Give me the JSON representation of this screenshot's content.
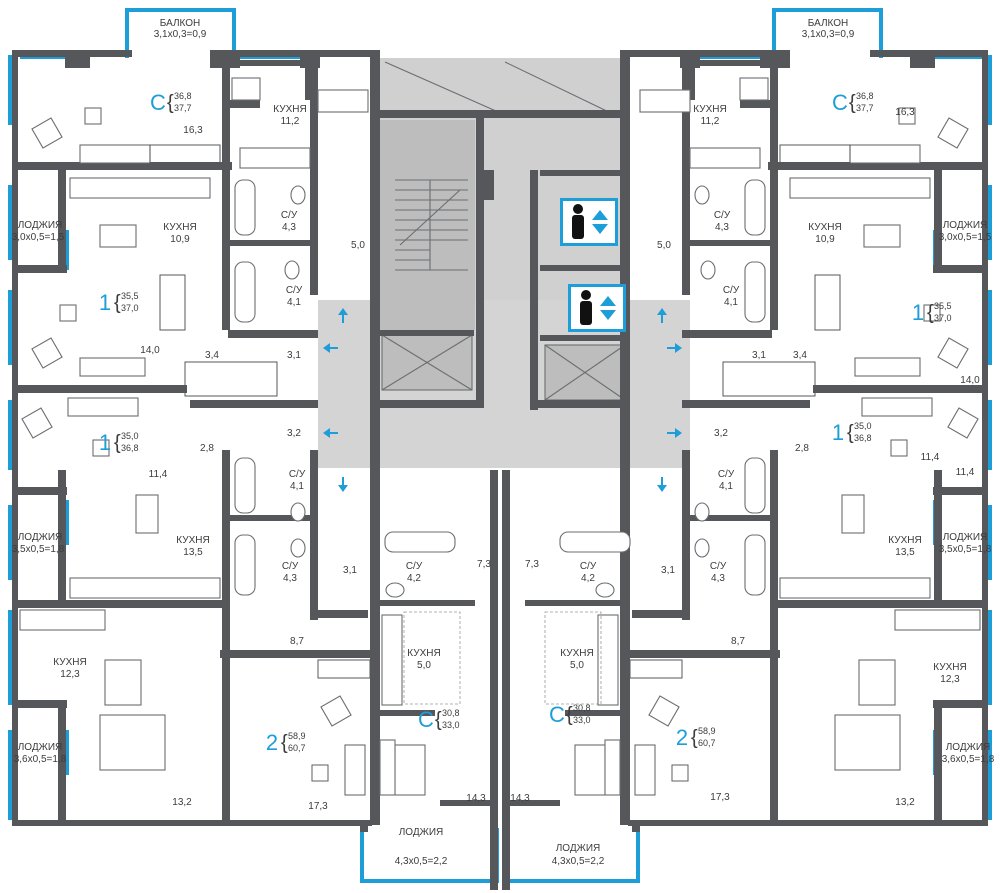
{
  "colors": {
    "wall": "#55575b",
    "window": "#1e9ed8",
    "core": "#d0d0d0",
    "stair": "#bdbdbd",
    "text": "#3c3c3c",
    "arrow": "#1e9ed8"
  },
  "icons": {
    "lift": "elevator-person-icon",
    "arrow": "direction-arrow-icon"
  },
  "labels": [
    {
      "id": "balkon-l",
      "t": "БАЛКОН"
    },
    {
      "id": "balkon-l-d",
      "t": "3,1х0,3=0,9"
    },
    {
      "id": "balkon-r",
      "t": "БАЛКОН"
    },
    {
      "id": "balkon-r-d",
      "t": "3,1х0,3=0,9"
    },
    {
      "id": "kitchen-tl",
      "t": "КУХНЯ"
    },
    {
      "id": "kitchen-tl-a",
      "t": "11,2"
    },
    {
      "id": "kitchen-tr",
      "t": "КУХНЯ"
    },
    {
      "id": "kitchen-tr-a",
      "t": "11,2"
    },
    {
      "id": "room-tl",
      "t": "16,3"
    },
    {
      "id": "room-tr",
      "t": "16,3"
    },
    {
      "id": "loggia-l1",
      "t": "ЛОДЖИЯ"
    },
    {
      "id": "loggia-l1-d",
      "t": "3,0х0,5=1,5"
    },
    {
      "id": "loggia-r1",
      "t": "ЛОДЖИЯ"
    },
    {
      "id": "loggia-r1-d",
      "t": "3,0х0,5=1,5"
    },
    {
      "id": "kitchen-l2",
      "t": "КУХНЯ"
    },
    {
      "id": "kitchen-l2-a",
      "t": "10,9"
    },
    {
      "id": "kitchen-r2",
      "t": "КУХНЯ"
    },
    {
      "id": "kitchen-r2-a",
      "t": "10,9"
    },
    {
      "id": "wc-l1",
      "t": "С/У"
    },
    {
      "id": "wc-l1-a",
      "t": "4,3"
    },
    {
      "id": "wc-r1",
      "t": "С/У"
    },
    {
      "id": "wc-r1-a",
      "t": "4,3"
    },
    {
      "id": "wc-l2",
      "t": "С/У"
    },
    {
      "id": "wc-l2-a",
      "t": "4,1"
    },
    {
      "id": "wc-r2",
      "t": "С/У"
    },
    {
      "id": "wc-r2-a",
      "t": "4,1"
    },
    {
      "id": "hall-l1",
      "t": "5,0"
    },
    {
      "id": "hall-r1",
      "t": "5,0"
    },
    {
      "id": "room-l2",
      "t": "14,0"
    },
    {
      "id": "room-r2",
      "t": "14,0"
    },
    {
      "id": "corr-l1",
      "t": "3,4"
    },
    {
      "id": "corr-l2",
      "t": "3,1"
    },
    {
      "id": "corr-r1",
      "t": "3,1"
    },
    {
      "id": "corr-r2",
      "t": "3,4"
    },
    {
      "id": "hall-l3",
      "t": "3,2"
    },
    {
      "id": "hall-r3",
      "t": "3,2"
    },
    {
      "id": "hall-l4",
      "t": "2,8"
    },
    {
      "id": "hall-r4",
      "t": "2,8"
    },
    {
      "id": "room-l3",
      "t": "11,4"
    },
    {
      "id": "room-r3",
      "t": "11,4"
    },
    {
      "id": "room-r3b",
      "t": "11,4"
    },
    {
      "id": "wc-l3",
      "t": "С/У"
    },
    {
      "id": "wc-l3-a",
      "t": "4,1"
    },
    {
      "id": "wc-r3",
      "t": "С/У"
    },
    {
      "id": "wc-r3-a",
      "t": "4,1"
    },
    {
      "id": "loggia-l2",
      "t": "ЛОДЖИЯ"
    },
    {
      "id": "loggia-l2-d",
      "t": "3,5х0,5=1,8"
    },
    {
      "id": "loggia-r2",
      "t": "ЛОДЖИЯ"
    },
    {
      "id": "loggia-r2-d",
      "t": "3,5х0,5=1,8"
    },
    {
      "id": "kitchen-l3",
      "t": "КУХНЯ"
    },
    {
      "id": "kitchen-l3-a",
      "t": "13,5"
    },
    {
      "id": "kitchen-r3",
      "t": "КУХНЯ"
    },
    {
      "id": "kitchen-r3-a",
      "t": "13,5"
    },
    {
      "id": "wc-l4",
      "t": "С/У"
    },
    {
      "id": "wc-l4-a",
      "t": "4,3"
    },
    {
      "id": "wc-r4",
      "t": "С/У"
    },
    {
      "id": "wc-r4-a",
      "t": "4,3"
    },
    {
      "id": "hall-l5",
      "t": "3,1"
    },
    {
      "id": "hall-r5",
      "t": "3,1"
    },
    {
      "id": "wc-cl",
      "t": "С/У"
    },
    {
      "id": "wc-cl-a",
      "t": "4,2"
    },
    {
      "id": "wc-cr",
      "t": "С/У"
    },
    {
      "id": "wc-cr-a",
      "t": "4,2"
    },
    {
      "id": "hall-cl",
      "t": "7,3"
    },
    {
      "id": "hall-cr",
      "t": "7,3"
    },
    {
      "id": "hall-l6",
      "t": "8,7"
    },
    {
      "id": "hall-r6",
      "t": "8,7"
    },
    {
      "id": "kitchen-l4",
      "t": "КУХНЯ"
    },
    {
      "id": "kitchen-l4-a",
      "t": "12,3"
    },
    {
      "id": "kitchen-r4",
      "t": "КУХНЯ"
    },
    {
      "id": "kitchen-r4-a",
      "t": "12,3"
    },
    {
      "id": "kitchen-cl",
      "t": "КУХНЯ"
    },
    {
      "id": "kitchen-cl-a",
      "t": "5,0"
    },
    {
      "id": "kitchen-cr",
      "t": "КУХНЯ"
    },
    {
      "id": "kitchen-cr-a",
      "t": "5,0"
    },
    {
      "id": "loggia-l3",
      "t": "ЛОДЖИЯ"
    },
    {
      "id": "loggia-l3-d",
      "t": "3,6х0,5=1,8"
    },
    {
      "id": "loggia-r3",
      "t": "ЛОДЖИЯ"
    },
    {
      "id": "loggia-r3-d",
      "t": "3,6х0,5=1,8"
    },
    {
      "id": "bed-l",
      "t": "13,2"
    },
    {
      "id": "bed-r",
      "t": "13,2"
    },
    {
      "id": "room-l5",
      "t": "17,3"
    },
    {
      "id": "room-r5",
      "t": "17,3"
    },
    {
      "id": "room-cl",
      "t": "14,3"
    },
    {
      "id": "room-cr",
      "t": "14,3"
    },
    {
      "id": "loggia-cl",
      "t": "ЛОДЖИЯ"
    },
    {
      "id": "loggia-cl-d",
      "t": "4,3х0,5=2,2"
    },
    {
      "id": "loggia-cr",
      "t": "ЛОДЖИЯ"
    },
    {
      "id": "loggia-cr-d",
      "t": "4,3х0,5=2,2"
    }
  ],
  "apartments": [
    {
      "id": "apt-tl",
      "type": "С",
      "living": "36,8",
      "total": "37,7"
    },
    {
      "id": "apt-tr",
      "type": "С",
      "living": "36,8",
      "total": "37,7"
    },
    {
      "id": "apt-l2",
      "type": "1",
      "living": "35,5",
      "total": "37,0"
    },
    {
      "id": "apt-r2",
      "type": "1",
      "living": "35,5",
      "total": "37,0"
    },
    {
      "id": "apt-l3",
      "type": "1",
      "living": "35,0",
      "total": "36,8"
    },
    {
      "id": "apt-r3",
      "type": "1",
      "living": "35,0",
      "total": "36,8"
    },
    {
      "id": "apt-l5",
      "type": "2",
      "living": "58,9",
      "total": "60,7"
    },
    {
      "id": "apt-r5",
      "type": "2",
      "living": "58,9",
      "total": "60,7"
    },
    {
      "id": "apt-cl",
      "type": "С",
      "living": "30,8",
      "total": "33,0"
    },
    {
      "id": "apt-cr",
      "type": "С",
      "living": "30,8",
      "total": "33,0"
    }
  ]
}
